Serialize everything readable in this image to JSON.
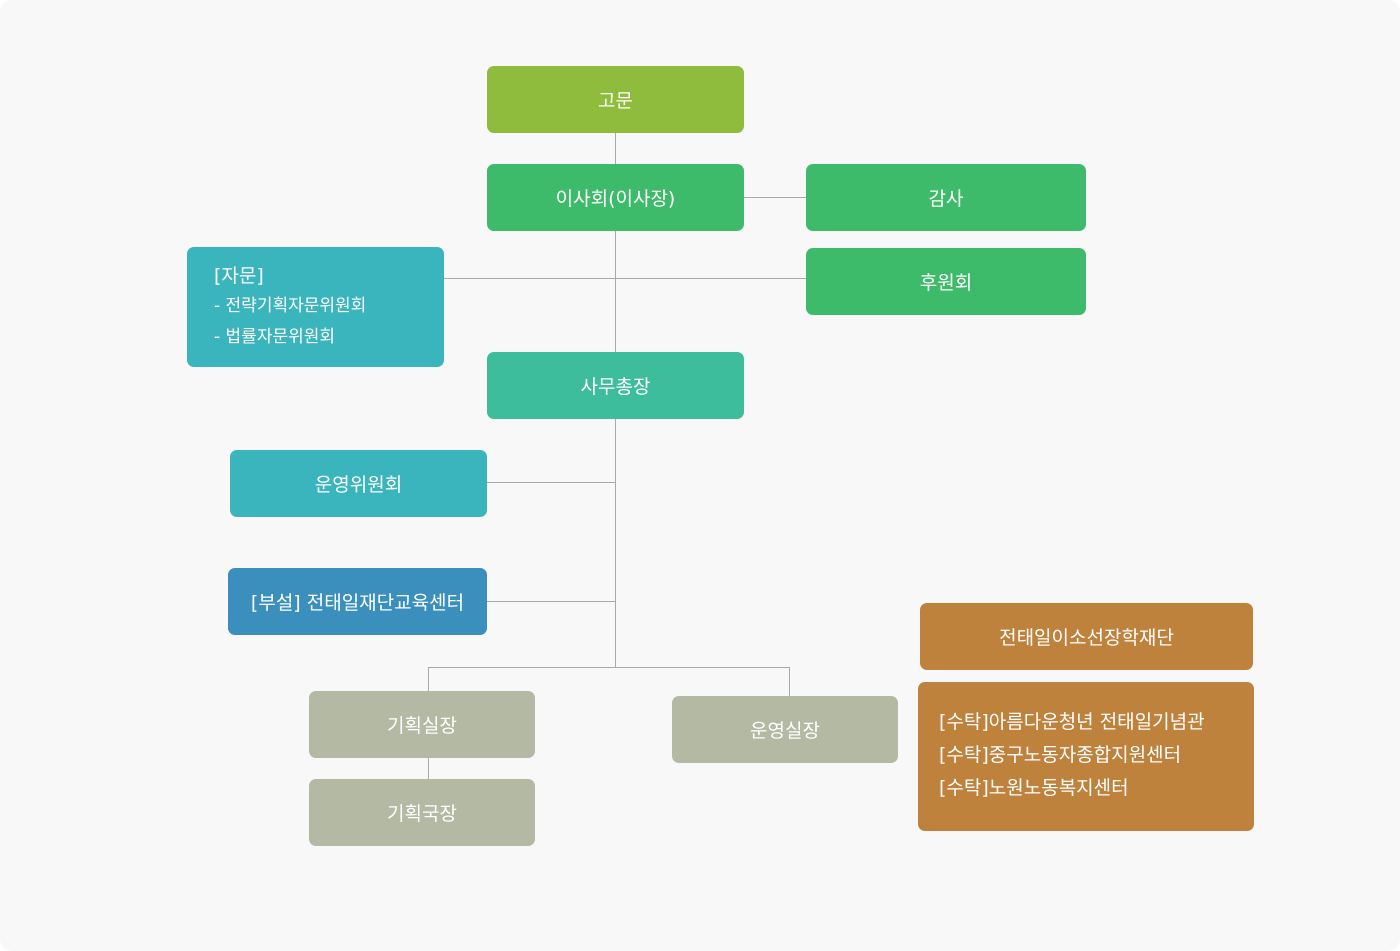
{
  "org_chart": {
    "advisor": "고문",
    "board": "이사회(이사장)",
    "audit": "감사",
    "supporters": "후원회",
    "advisory": {
      "title": "[자문]",
      "items": [
        "-  전략기획자문위원회",
        "-  법률자문위원회"
      ]
    },
    "secretary_general": "사무총장",
    "steering_committee": "운영위원회",
    "education_center": "[부설] 전태일재단교육센터",
    "planning_director": "기획실장",
    "planning_bureau": "기획국장",
    "operations_director": "운영실장",
    "scholarship_foundation": "전태일이소선장학재단",
    "consigned": [
      "[수탁]아름다운청년 전태일기념관",
      "[수탁]중구노동자종합지원센터",
      "[수탁]노원노동복지센터"
    ]
  },
  "colors": {
    "advisor": "#8fbc3c",
    "board": "#3dbb6a",
    "secretary_general": "#3dbd9c",
    "committee": "#3ab5be",
    "education_center": "#3a8fbd",
    "directors": "#b3b9a3",
    "affiliates": "#be823d",
    "connector": "#a9a9a9"
  }
}
